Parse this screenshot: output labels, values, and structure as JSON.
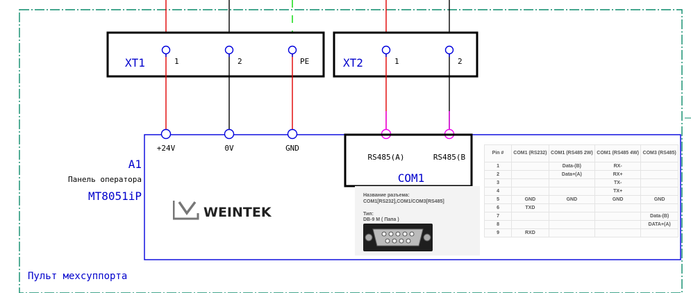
{
  "colors": {
    "frame": "#0a8a6a",
    "blue": "#0000dd",
    "red": "#e00000",
    "black": "#000000",
    "green": "#22dd22",
    "magenta": "#ee00ee",
    "text_blue": "#0000cc"
  },
  "xt1": {
    "name": "XT1",
    "terminals": [
      "1",
      "2",
      "PE"
    ]
  },
  "xt2": {
    "name": "XT2",
    "terminals": [
      "1",
      "2"
    ]
  },
  "panel": {
    "designator": "A1",
    "description": "Панель оператора",
    "model": "MT8051iP",
    "terminals": [
      "+24V",
      "0V",
      "GND"
    ],
    "com_terminals": [
      "RS485(A)",
      "RS485(B"
    ],
    "com_name": "COM1",
    "logo_text": "WEINTEK"
  },
  "connector_info": {
    "name_label": "Название разъема:",
    "name_value": "COM1[RS232],COM1/COM3[RS485]",
    "type_label": "Тип:",
    "type_value": "DB-9 M ( Папа )"
  },
  "pin_table": {
    "headers": [
      "Pin #",
      "COM1 (RS232)",
      "COM1 (RS485 2W)",
      "COM1 (RS485 4W)",
      "COM3 (RS485)"
    ],
    "rows": [
      [
        "1",
        "",
        "Data-(B)",
        "RX-",
        ""
      ],
      [
        "2",
        "",
        "Data+(A)",
        "RX+",
        ""
      ],
      [
        "3",
        "",
        "",
        "TX-",
        ""
      ],
      [
        "4",
        "",
        "",
        "TX+",
        ""
      ],
      [
        "5",
        "GND",
        "GND",
        "GND",
        "GND"
      ],
      [
        "6",
        "TXD",
        "",
        "",
        ""
      ],
      [
        "7",
        "",
        "",
        "",
        "Data-(B)"
      ],
      [
        "8",
        "",
        "",
        "",
        "DATA+(A)"
      ],
      [
        "9",
        "RXD",
        "",
        "",
        ""
      ]
    ]
  },
  "enclosure_label": "Пульт мехсуппорта"
}
